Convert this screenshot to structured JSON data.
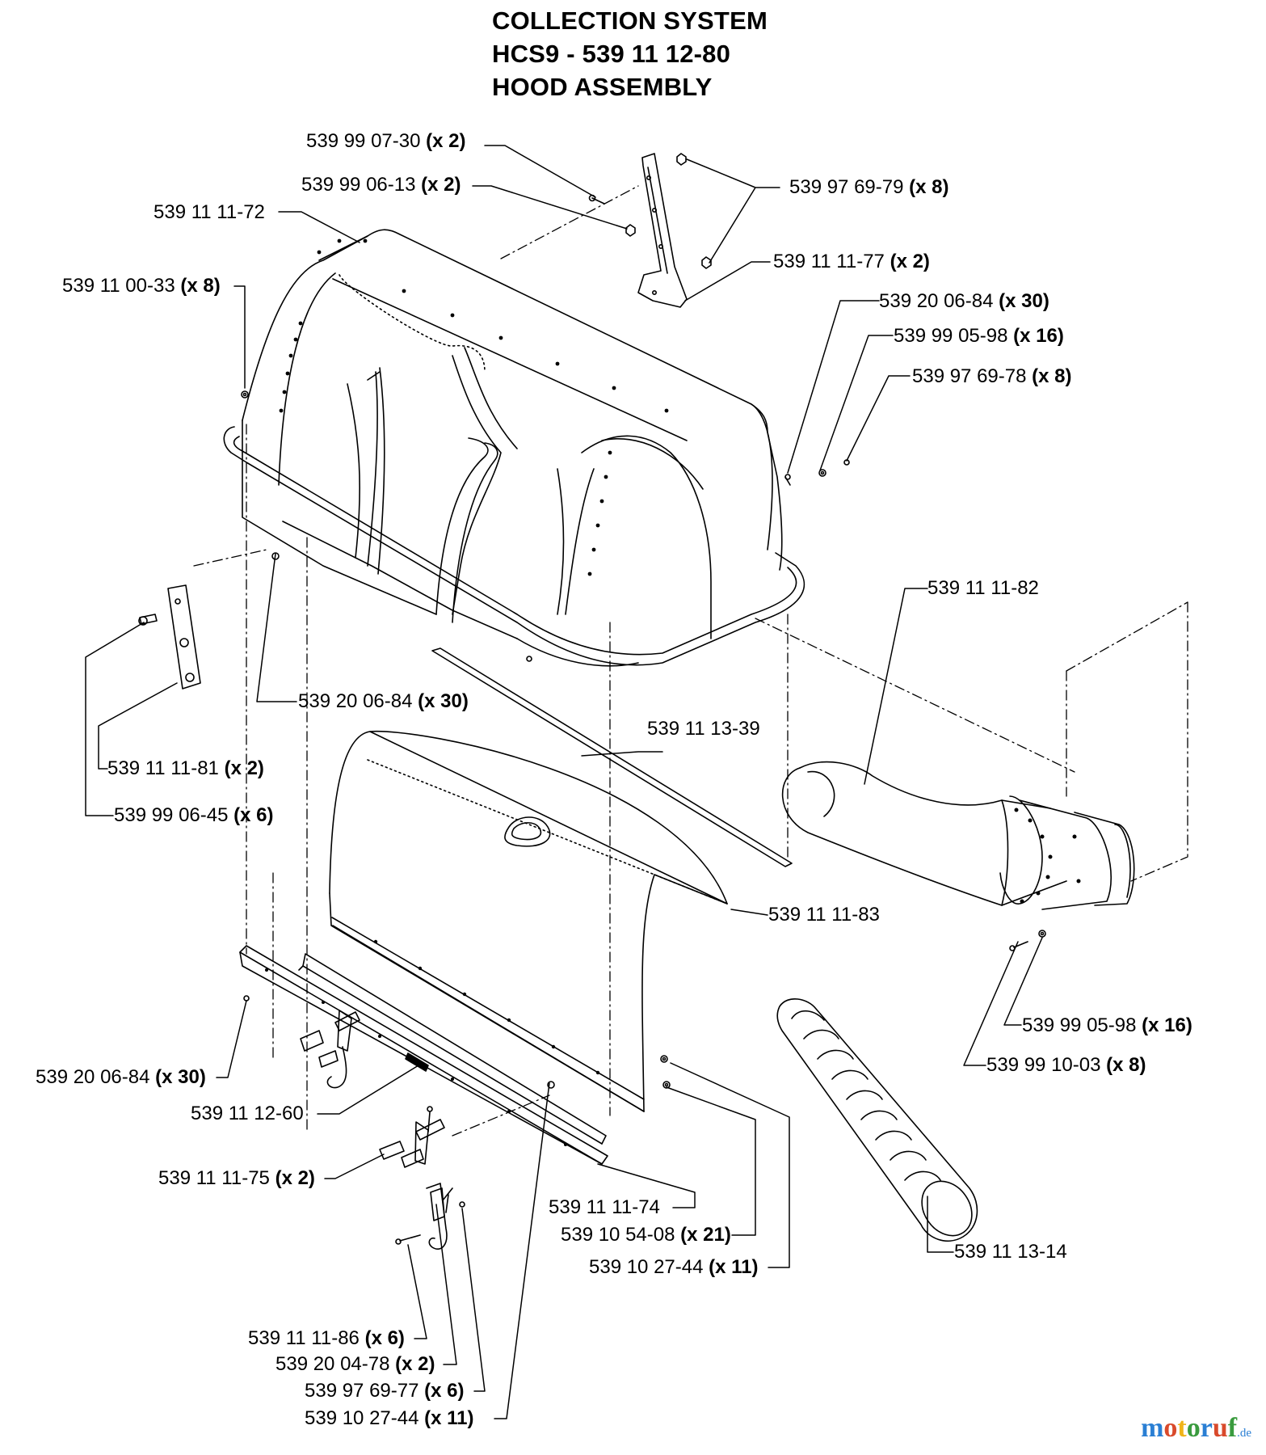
{
  "title": {
    "line1": "COLLECTION SYSTEM",
    "line2": "HCS9 - 539 11 12-80",
    "line3": "HOOD ASSEMBLY"
  },
  "labels": [
    {
      "id": "p01",
      "part": "539 99 07-30",
      "qty": "(x 2)"
    },
    {
      "id": "p02",
      "part": "539 99 06-13",
      "qty": "(x 2)"
    },
    {
      "id": "p03",
      "part": "539 97 69-79",
      "qty": "(x 8)"
    },
    {
      "id": "p04",
      "part": "539 11 11-72",
      "qty": ""
    },
    {
      "id": "p05",
      "part": "539 11 11-77",
      "qty": "(x 2)"
    },
    {
      "id": "p06",
      "part": "539 11 00-33",
      "qty": "(x 8)"
    },
    {
      "id": "p07",
      "part": "539 20 06-84",
      "qty": "(x 30)"
    },
    {
      "id": "p08",
      "part": "539 99 05-98",
      "qty": "(x 16)"
    },
    {
      "id": "p09",
      "part": "539 97 69-78",
      "qty": "(x 8)"
    },
    {
      "id": "p10",
      "part": "539 11 11-82",
      "qty": ""
    },
    {
      "id": "p11",
      "part": "539 20 06-84",
      "qty": "(x 30)"
    },
    {
      "id": "p12",
      "part": "539 11 13-39",
      "qty": ""
    },
    {
      "id": "p13",
      "part": "539 11 11-81",
      "qty": "(x 2)"
    },
    {
      "id": "p14",
      "part": "539 99 06-45",
      "qty": "(x 6)"
    },
    {
      "id": "p15",
      "part": "539 11 11-83",
      "qty": ""
    },
    {
      "id": "p16",
      "part": "539 99 05-98",
      "qty": "(x 16)"
    },
    {
      "id": "p17",
      "part": "539 99 10-03",
      "qty": "(x 8)"
    },
    {
      "id": "p18",
      "part": "539 20 06-84",
      "qty": "(x 30)"
    },
    {
      "id": "p19",
      "part": "539 11 12-60",
      "qty": ""
    },
    {
      "id": "p20",
      "part": "539 11 11-75",
      "qty": "(x 2)"
    },
    {
      "id": "p21",
      "part": "539 11 11-74",
      "qty": ""
    },
    {
      "id": "p22",
      "part": "539 10 54-08",
      "qty": "(x 21)"
    },
    {
      "id": "p23",
      "part": "539 10 27-44",
      "qty": "(x 11)"
    },
    {
      "id": "p24",
      "part": "539 11 13-14",
      "qty": ""
    },
    {
      "id": "p25",
      "part": "539 11 11-86",
      "qty": "(x 6)"
    },
    {
      "id": "p26",
      "part": "539 20 04-78",
      "qty": "(x 2)"
    },
    {
      "id": "p27",
      "part": "539 97 69-77",
      "qty": "(x 6)"
    },
    {
      "id": "p28",
      "part": "539 10 27-44",
      "qty": "(x 11)"
    }
  ],
  "watermark": {
    "text": "motoruf",
    "suffix": ".de",
    "colors": [
      "#2a7fd4",
      "#d94a2c",
      "#f0b418",
      "#3a9b3e",
      "#2a7fd4",
      "#d94a2c",
      "#3a9b3e"
    ]
  }
}
